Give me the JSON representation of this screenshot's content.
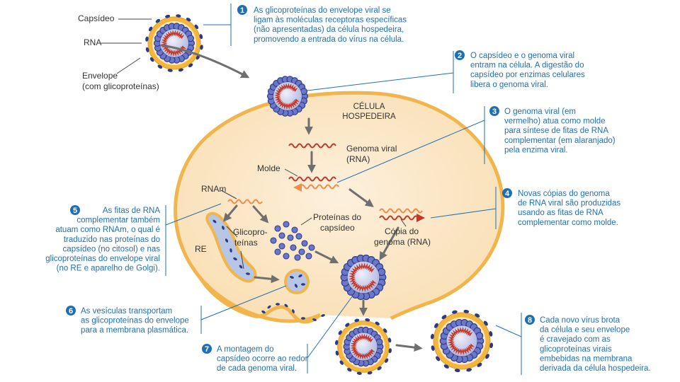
{
  "labels": {
    "capsid": "Capsídeo",
    "rna": "RNA",
    "envelope_1": "Envelope",
    "envelope_2": "(com glicoproteínas)",
    "host_cell_1": "CÉLULA",
    "host_cell_2": "HOSPEDEIRA",
    "viral_genome_1": "Genoma viral",
    "viral_genome_2": "(RNA)",
    "template": "Molde",
    "mrna": "RNAm",
    "capsid_proteins_1": "Proteínas do",
    "capsid_proteins_2": "capsídeo",
    "er": "RE",
    "glycoproteins_1": "Glicopro-",
    "glycoproteins_2": "teínas",
    "genome_copy_1": "Cópia do",
    "genome_copy_2": "genoma (RNA)"
  },
  "steps": [
    {
      "number": "1",
      "lines": [
        "As glicoproteínas do envelope viral se",
        "ligam às moléculas receptoras específicas",
        "(não apresentadas) da célula hospedeira,",
        "promovendo a entrada do vírus na célula."
      ]
    },
    {
      "number": "2",
      "lines": [
        "O capsídeo e o genoma viral",
        "entram na célula. A digestão do",
        "capsídeo por enzimas celulares",
        "libera o genoma viral."
      ]
    },
    {
      "number": "3",
      "lines": [
        "O genoma viral (em",
        "vermelho) atua como molde",
        "para  síntese de fitas de RNA",
        "complementar (em alaranjado)",
        "pela enzima viral."
      ]
    },
    {
      "number": "4",
      "lines": [
        "Novas cópias do genoma",
        "de RNA viral são produzidas",
        "usando as fitas de RNA",
        "complementar como molde."
      ]
    },
    {
      "number": "5",
      "lines": [
        "As fitas de RNA",
        "complementar também",
        "atuam como RNAm, o qual é",
        "traduzido nas proteínas do",
        "capsídeo (no citosol) e nas",
        "glicoproteínas do envelope viral",
        "(no RE e aparelho de Golgi)."
      ]
    },
    {
      "number": "6",
      "lines": [
        "As vesículas transportam",
        "as glicoproteínas do envelope",
        "para a membrana plasmática."
      ]
    },
    {
      "number": "7",
      "lines": [
        "A montagem do",
        "capsídeo ocorre ao redor",
        "de cada genoma viral."
      ]
    },
    {
      "number": "8",
      "lines": [
        "Cada novo vírus brota",
        "da célula e seu envelope",
        "é cravejado com as",
        "glicoproteínas virais",
        "embebidas na membrana",
        "derivada da célula hospedeira."
      ]
    }
  ]
}
